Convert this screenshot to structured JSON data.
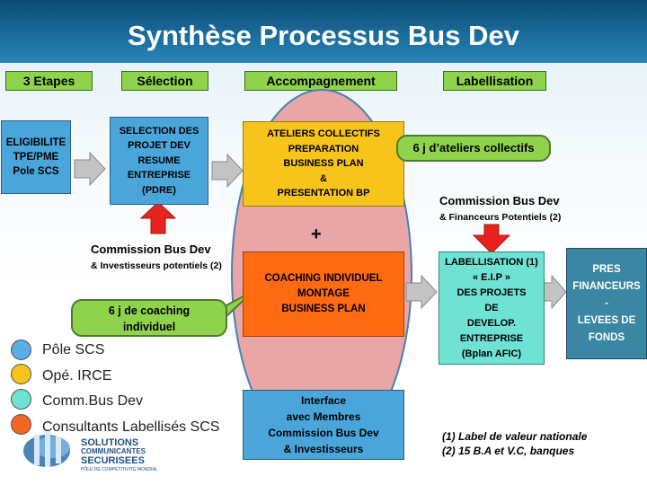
{
  "title": "Synthèse Processus Bus Dev",
  "stages": [
    "3  Etapes",
    "Sélection",
    "Accompagnement",
    "Labellisation"
  ],
  "boxes": {
    "eligibilite": [
      "ELIGIBILITE",
      "TPE/PME",
      "Pole SCS"
    ],
    "selection": [
      "SELECTION DES",
      "PROJET DEV",
      "RESUME",
      "ENTREPRISE",
      "(PDRE)"
    ],
    "ateliers": [
      "ATELIERS COLLECTIFS",
      "PREPARATION",
      "BUSINESS PLAN",
      "&",
      "PRESENTATION BP"
    ],
    "coaching": [
      "COACHING INDIVIDUEL",
      "MONTAGE",
      "BUSINESS PLAN"
    ],
    "labellisation": [
      "LABELLISATION (1)",
      "« E.I.P »",
      "DES PROJETS",
      "DE",
      "DEVELOP.",
      "ENTREPRISE",
      "(Bplan AFIC)"
    ],
    "pres": [
      "PRES",
      "FINANCEURS",
      "-",
      "LEVEES DE",
      "FONDS"
    ],
    "interface": [
      "Interface",
      "avec Membres",
      "Commission Bus Dev",
      "& Investisseurs"
    ]
  },
  "callouts": {
    "ateliers": "6 j d’ateliers collectifs",
    "coaching": [
      "6 j de coaching",
      "individuel"
    ]
  },
  "plus": "+",
  "commission_investisseurs": {
    "title": "Commission Bus Dev",
    "sub": "& Investisseurs potentiels (2)"
  },
  "commission_financeurs": {
    "title": "Commission Bus Dev",
    "sub": "& Financeurs Potentiels (2)"
  },
  "legend": [
    {
      "label": "Pôle SCS",
      "color": "#5aaee6"
    },
    {
      "label": "Opé. IRCE",
      "color": "#f7c41b"
    },
    {
      "label": "Comm.Bus Dev",
      "color": "#6fe2d4"
    },
    {
      "label": "Consultants Labellisés SCS",
      "color": "#f26522"
    }
  ],
  "notes": [
    "(1) Label de valeur nationale",
    "(2) 15 B.A et V.C, banques"
  ],
  "logo": {
    "line1": "SOLUTIONS",
    "line2": "COMMUNICANTES",
    "line3": "SECURISEES",
    "line4": "PÔLE DE COMPÉTITIVITÉ MONDIAL"
  },
  "colors": {
    "title_band": "#0e5580",
    "stage_green": "#8fd24b",
    "blue_box": "#4aa6da",
    "orange_box": "#ff6a13",
    "yellow_box": "#f7c41b",
    "teal_box": "#3a86a3",
    "ellipse": "#e8a7a6",
    "red_arrow": "#e8231e"
  }
}
